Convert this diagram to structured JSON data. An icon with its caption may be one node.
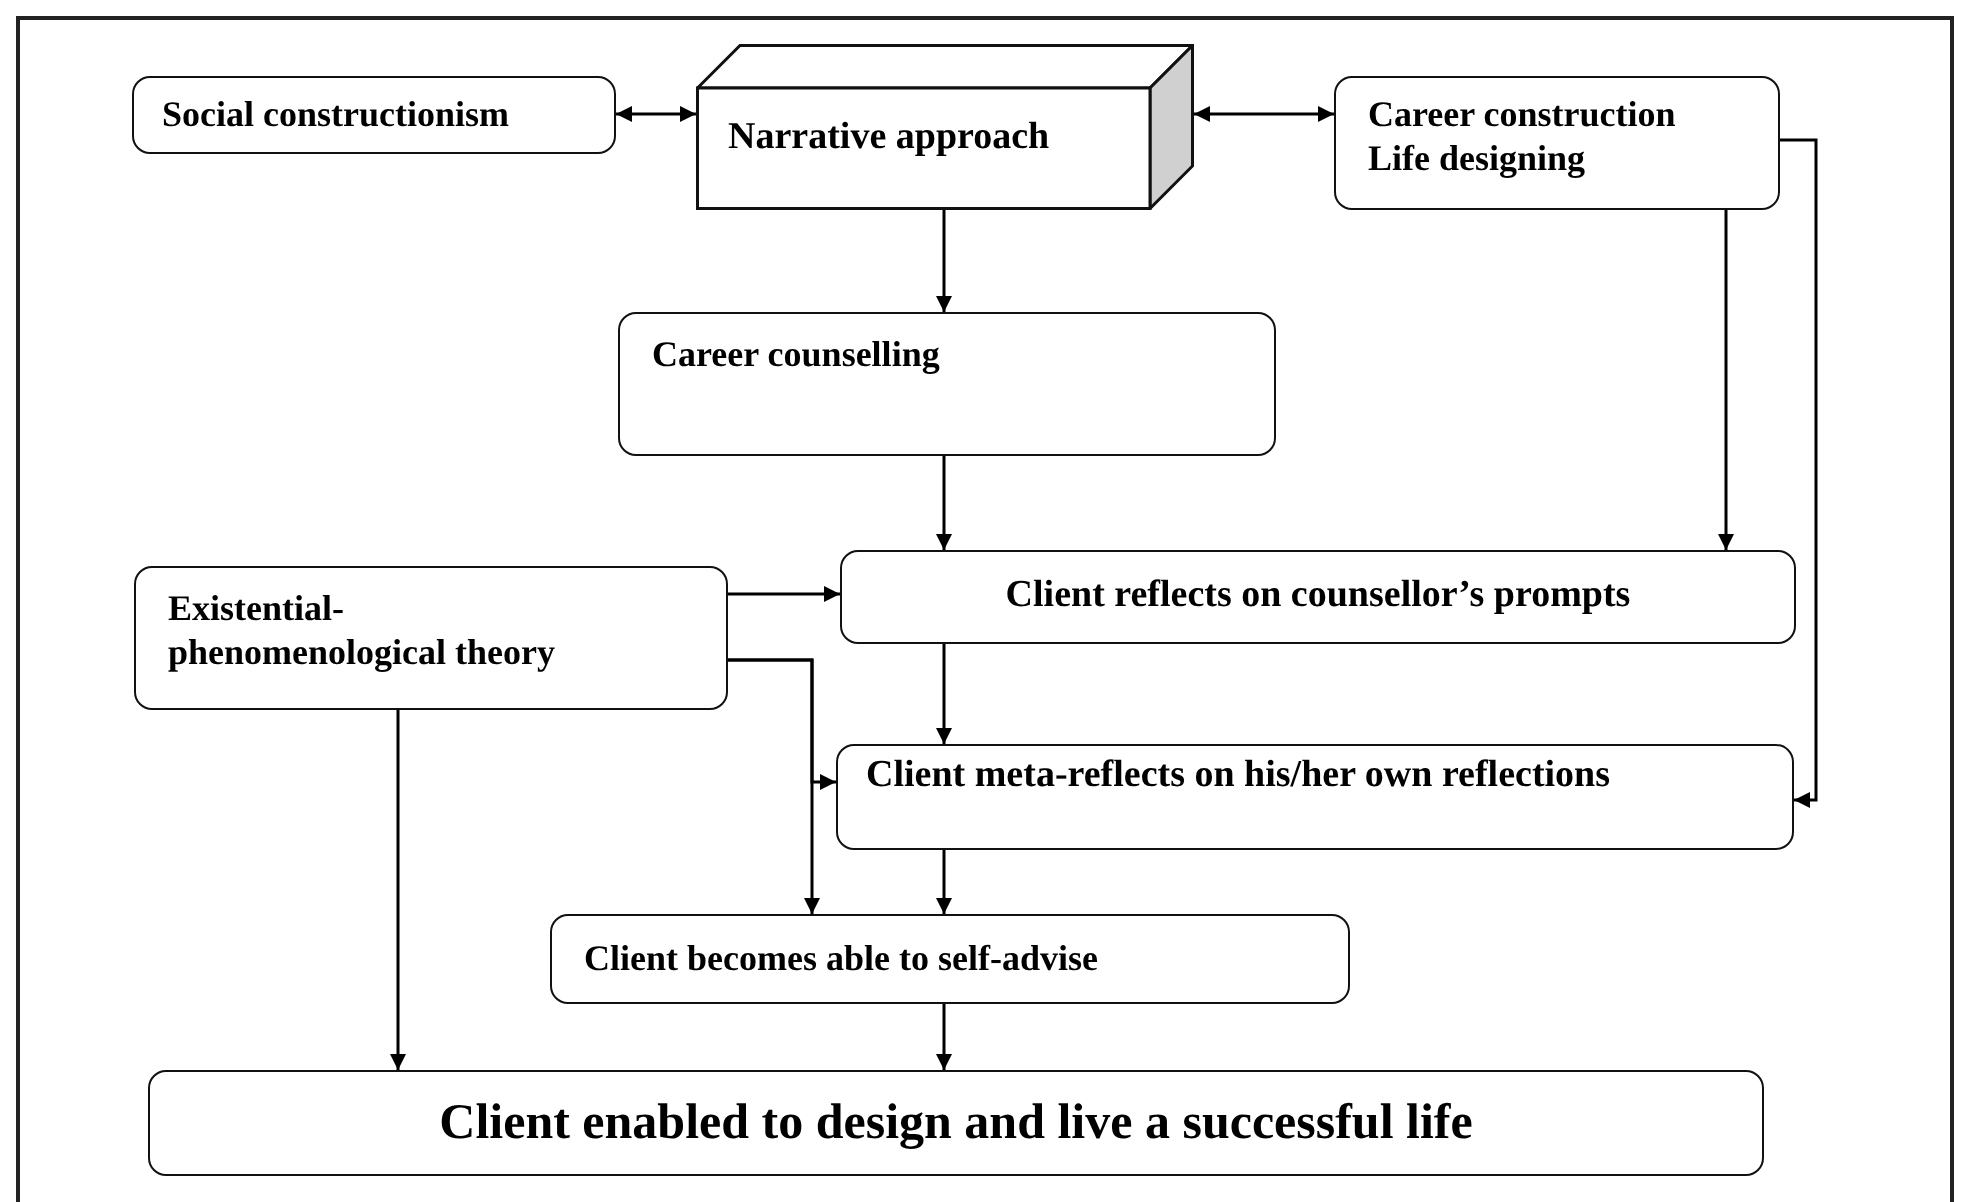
{
  "diagram": {
    "nodes": [
      {
        "text": [
          "Social constructionism"
        ]
      },
      {
        "text": [
          "Narrative approach"
        ]
      },
      {
        "text": [
          "Career construction Life designing"
        ]
      },
      {
        "text": [
          "Career counselling"
        ]
      },
      {
        "text": [
          "Existential-phenomenological theory"
        ]
      },
      {
        "text": [
          "Client reflects on counsellor’s prompts"
        ]
      },
      {
        "text": [
          "Client meta-reflects on his/her own reflections"
        ]
      },
      {
        "text": [
          "Client becomes able to self-advise"
        ]
      },
      {
        "text": [
          "Client enabled to design and live a successful life"
        ]
      }
    ],
    "edges": [
      {
        "from": 0,
        "to": 1,
        "arrow": "both"
      },
      {
        "from": 1,
        "to": 2,
        "arrow": "both"
      },
      {
        "from": 1,
        "to": 3,
        "arrow": "to"
      },
      {
        "from": 3,
        "to": 5,
        "arrow": "to"
      },
      {
        "from": 2,
        "to": 5,
        "arrow": "to"
      },
      {
        "from": 2,
        "to": 6,
        "arrow": "to"
      },
      {
        "from": 4,
        "to": 5,
        "arrow": "to"
      },
      {
        "from": 4,
        "to": 6,
        "arrow": "to"
      },
      {
        "from": 4,
        "to": 7,
        "arrow": "to"
      },
      {
        "from": 5,
        "to": 6,
        "arrow": "to"
      },
      {
        "from": 6,
        "to": 7,
        "arrow": "to"
      },
      {
        "from": 7,
        "to": 8,
        "arrow": "to"
      },
      {
        "from": 4,
        "to": 8,
        "arrow": "to"
      }
    ]
  }
}
